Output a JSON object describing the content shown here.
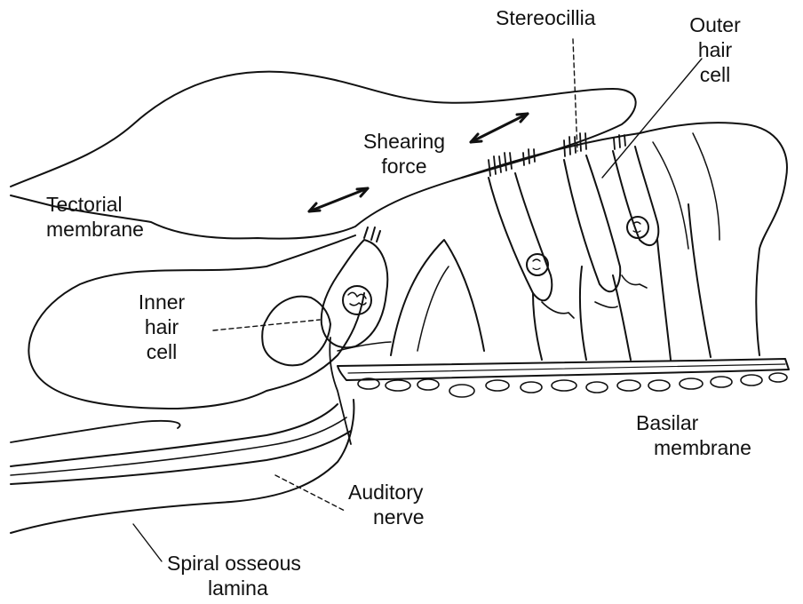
{
  "labels": {
    "stereocilia": "Stereocillia",
    "outer_hair_cell": [
      "Outer",
      "hair",
      "cell"
    ],
    "shearing_force": [
      "Shearing",
      "force"
    ],
    "tectorial_membrane": [
      "Tectorial",
      "membrane"
    ],
    "inner_hair_cell": [
      "Inner",
      "hair",
      "cell"
    ],
    "basilar_membrane": [
      "Basilar",
      "membrane"
    ],
    "auditory_nerve": [
      "Auditory",
      "nerve"
    ],
    "spiral_osseous_lamina": [
      "Spiral osseous",
      "lamina"
    ]
  },
  "colors": {
    "line": "#111111",
    "background": "#ffffff"
  }
}
